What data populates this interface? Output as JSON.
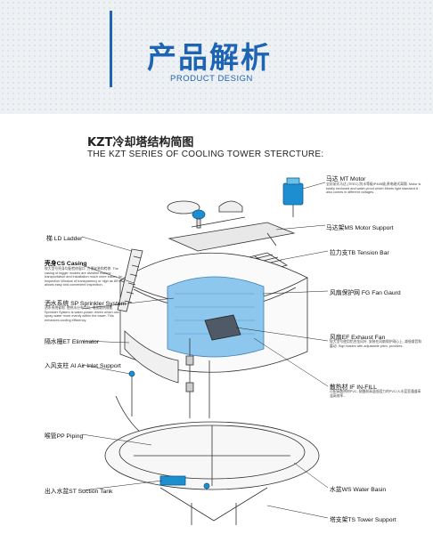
{
  "header": {
    "title_cn": "产品解析",
    "title_en": "PRODUCT DESIGN"
  },
  "heading": {
    "cn": "KZT冷却塔结构简图",
    "en": "THE KZT SERIES OF COOLING TOWER STERCTURE:"
  },
  "labels": {
    "motor": "马达 MT  Motor",
    "motor_desc": "全封闭式马达 (TEEC) 防水等级IP44B级,原电磁式离隔. Motor is totally enclosed and water-proof which Meets light standard.It also comes in different voltages.",
    "motor_support": "马达架MS  Motor Support",
    "ladder": "梯 LD  Ladder",
    "tension_bar": "拉力支TB  Tension Bar",
    "casing": "壳身CS  Casing",
    "casing_desc": "较大型号壳身均配检修窗口, 方便安装和检修. The casing of bigger models are divisible making transportation and installation much more easier. An Inspection Window of transparency or high as 80% allows easy and convenient inspection.",
    "fan_guard": "风扇保护网  FG  Fan Gaurd",
    "sprinkler": "洒水系统 SP  Sprinkler System",
    "sprinkler_desc": "洒水系统省电, 使热水分布均匀, 增加散热效能. Sprinkler System is water-power driven which can spray water more evenly within the tower. This enhances cooling efficiency.",
    "eliminator": "隔水栅ET  Eliminator",
    "exhaust_fan": "风扇EF  Exhaust Fan",
    "exhaust_desc": "较大型号使用铝合金风叶, 安装在风扇保护网心上, 减低噪音和震动. Sign blades with adjustable pitch, provides... ",
    "air_inlet": "入风支柱 AI  Air Inlet Support",
    "infill": "散热材 IF  IN-FILL",
    "infill_desc": "可配高散热材PVC, 耐酸耐高温低阻力的PVC/入水蓝室通道高温高效率...",
    "piping": "喉管PP  Piping",
    "suction_tank": "出入水盆ST  Suction Tank",
    "water_basin": "水盆WS  Water Basin",
    "tower_support": "塔支架TS  Tower Support"
  },
  "colors": {
    "brand_blue": "#1d64b4",
    "infill_blue": "#8ec7ee",
    "line": "#333333",
    "label_text": "#111111"
  }
}
